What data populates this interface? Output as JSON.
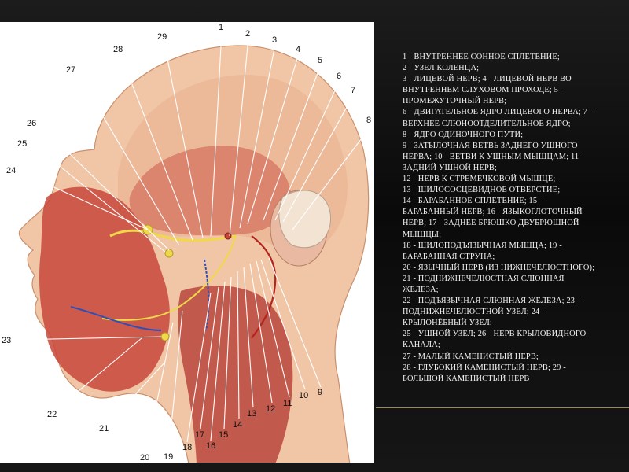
{
  "legend": {
    "lines": [
      "1 - Внутреннее сонное сплетение;",
      "2 - Узел коленца;",
      "3 - Лицевой нерв; 4 - лицевой нерв во внутреннем слуховом проходе; 5 - промежуточный нерв;",
      "6 - двигательное ядро лицевого нерва; 7 - верхнее слюноотделительное ядро;",
      "8 - ядро одиночного пути;",
      "9 - затылочная ветвь заднего ушного нерва; 10 - ветви к ушным мышцам; 11 - задний ушной нерв;",
      "12 - нерв к стремечковой мышце;",
      "13 - шилососцевидное отверстие;",
      "14 - барабанное сплетение; 15 - барабанный нерв; 16 - языкоглоточный нерв; 17 - заднее брюшко двубрюшной мышцы;",
      "18 - шилоподъязычная мышца; 19 - барабанная струна;",
      "20 - язычный нерв (из нижнечелюстного);",
      "21 - поднижнечелюстная слюнная железа;",
      "22 - подъязычная слюнная железа; 23 - поднижнечелюстной узел; 24 - крылонёбный узел;",
      "25 - ушной узел; 26 - нерв крыловидного канала;",
      "27 - малый каменистый нерв;",
      "28 - глубокий каменистый нерв; 29 - большой каменистый нерв"
    ]
  },
  "figure": {
    "labels": [
      "1",
      "2",
      "3",
      "4",
      "5",
      "6",
      "7",
      "8",
      "9",
      "10",
      "11",
      "12",
      "13",
      "14",
      "15",
      "16",
      "17",
      "18",
      "19",
      "20",
      "21",
      "22",
      "23",
      "24",
      "25",
      "26",
      "27",
      "28",
      "29"
    ]
  },
  "colors": {
    "background": "#0a0a0a",
    "legend_text": "#f2f2f2",
    "skin": "#f1c6a6",
    "muscle": "#c7463a",
    "nerve": "#f0d84a",
    "vein": "#2e4fb8",
    "accent": "#9a8a5a"
  }
}
